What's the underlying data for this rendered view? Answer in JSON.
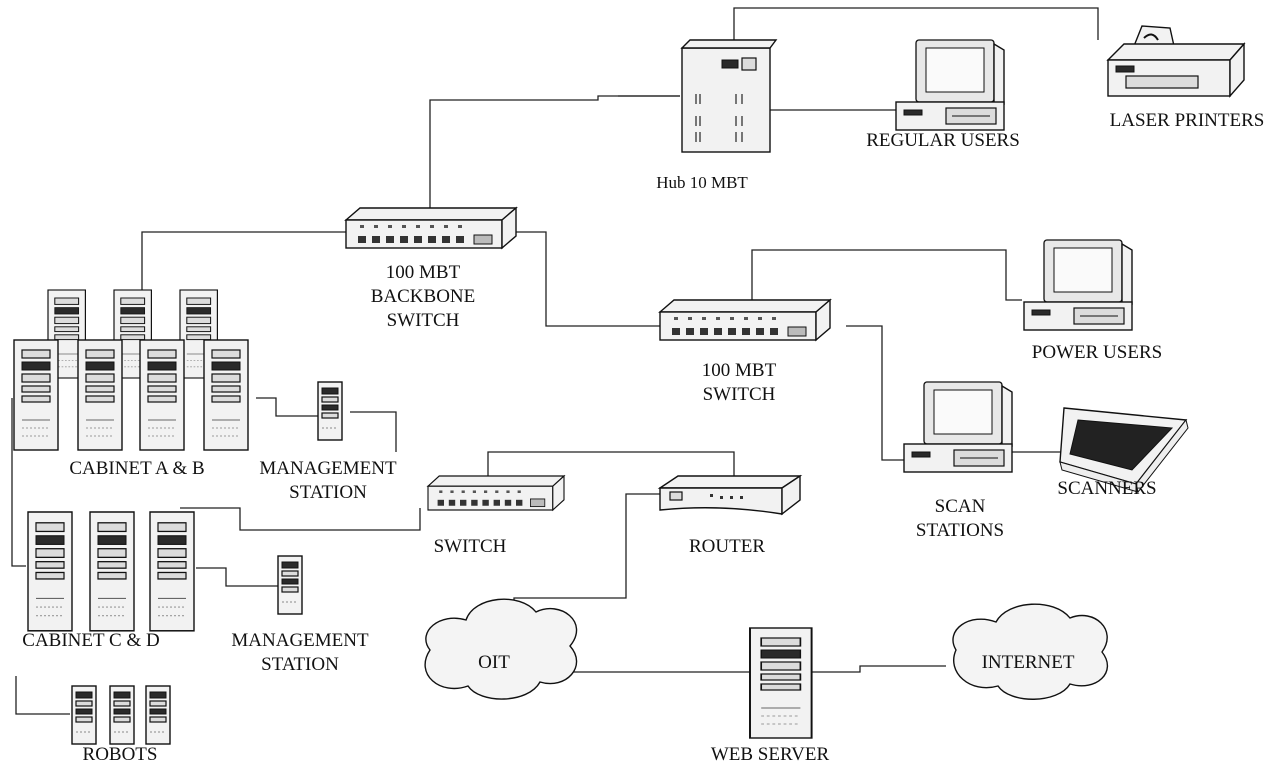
{
  "labels": {
    "hub": "Hub 10 MBT",
    "regular_users": "REGULAR USERS",
    "laser_printers": "LASER PRINTERS",
    "backbone_switch_1": "100 MBT",
    "backbone_switch_2": "BACKBONE",
    "backbone_switch_3": "SWITCH",
    "switch_100_1": "100 MBT",
    "switch_100_2": "SWITCH",
    "power_users": "POWER USERS",
    "scan_stations_1": "SCAN",
    "scan_stations_2": "STATIONS",
    "scanners": "SCANNERS",
    "cabinet_ab": "CABINET A & B",
    "mgmt_station_1a": "MANAGEMENT",
    "mgmt_station_1b": "STATION",
    "switch": "SWITCH",
    "router": "ROUTER",
    "cabinet_cd": "CABINET C & D",
    "mgmt_station_2a": "MANAGEMENT",
    "mgmt_station_2b": "STATION",
    "oit": "OIT",
    "internet": "INTERNET",
    "web_server": "WEB SERVER",
    "robots": "ROBOTS"
  }
}
